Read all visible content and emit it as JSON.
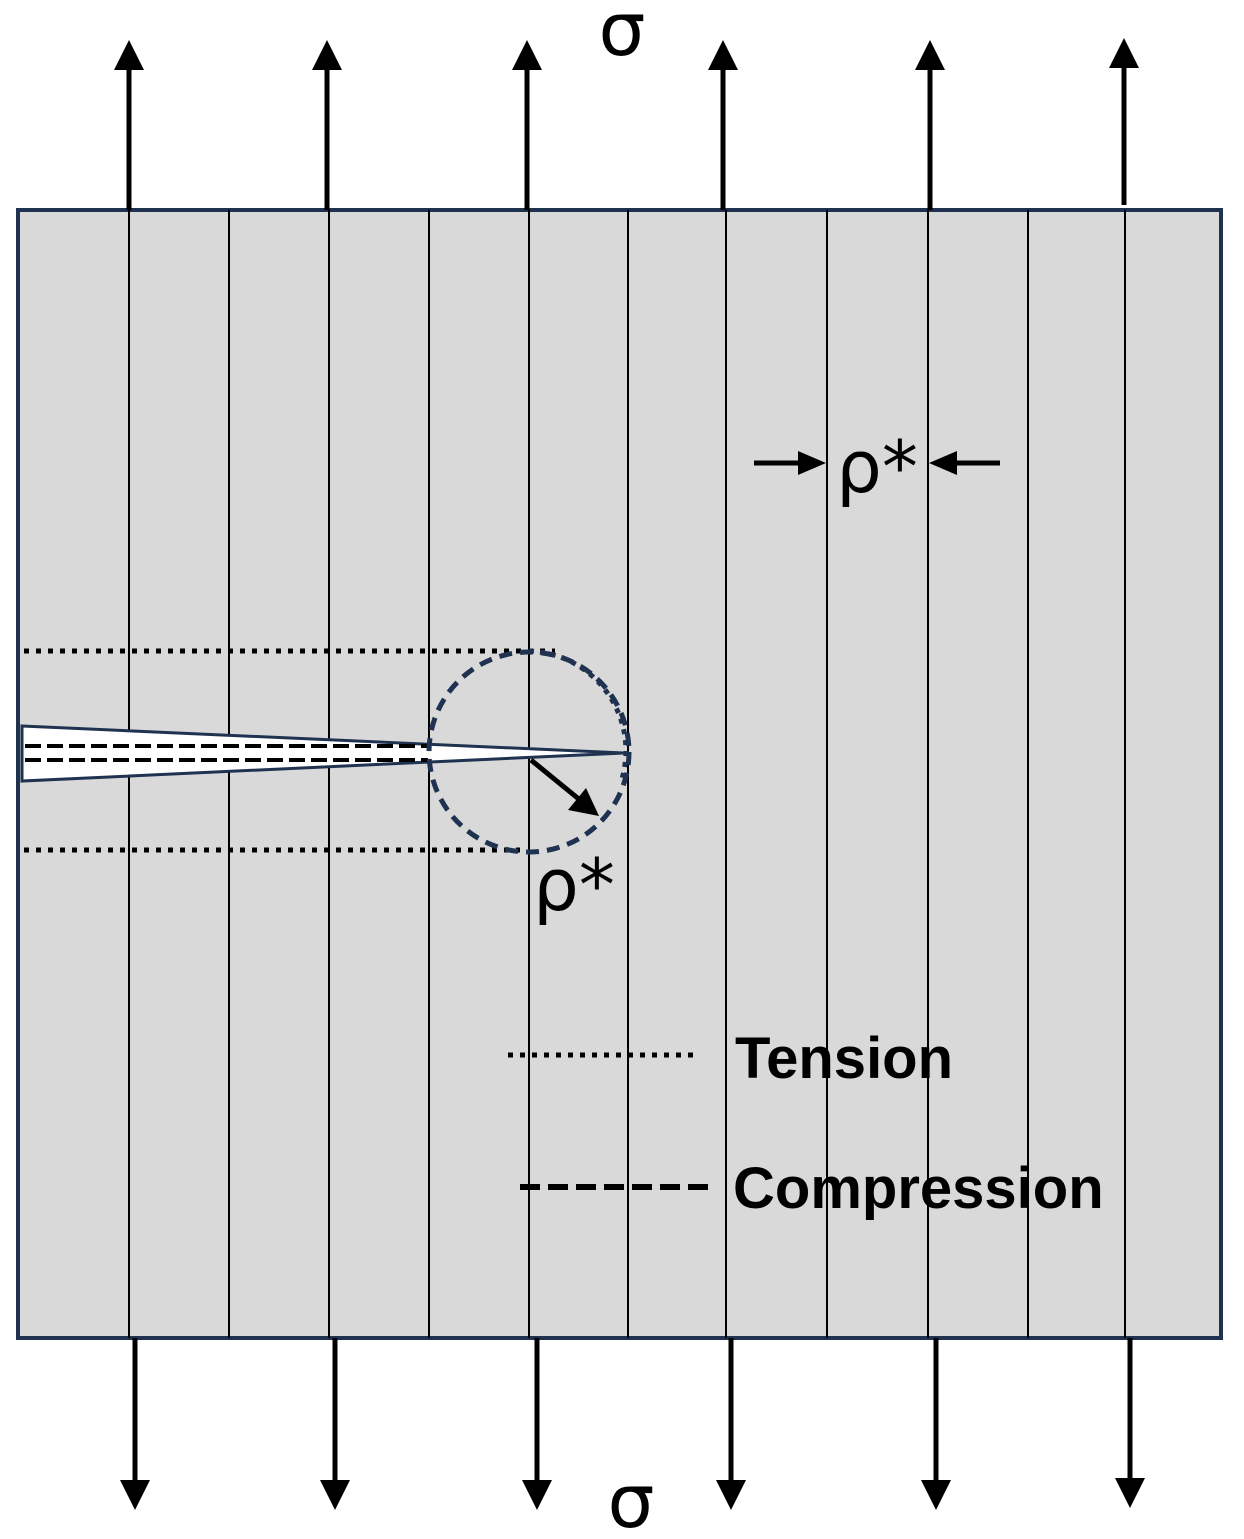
{
  "labels": {
    "stress_top": "σ",
    "stress_bottom": "σ",
    "spacing_label": "ρ*",
    "radius_label": "ρ*"
  },
  "legend": {
    "tension_label": "Tension",
    "compression_label": "Compression"
  },
  "colors": {
    "plate_fill": "#d9d9d9",
    "plate_border": "#1f3250",
    "crack_fill": "#ffffff",
    "process_zone": "#1f3250",
    "arrow": "#000000",
    "line": "#000000"
  }
}
